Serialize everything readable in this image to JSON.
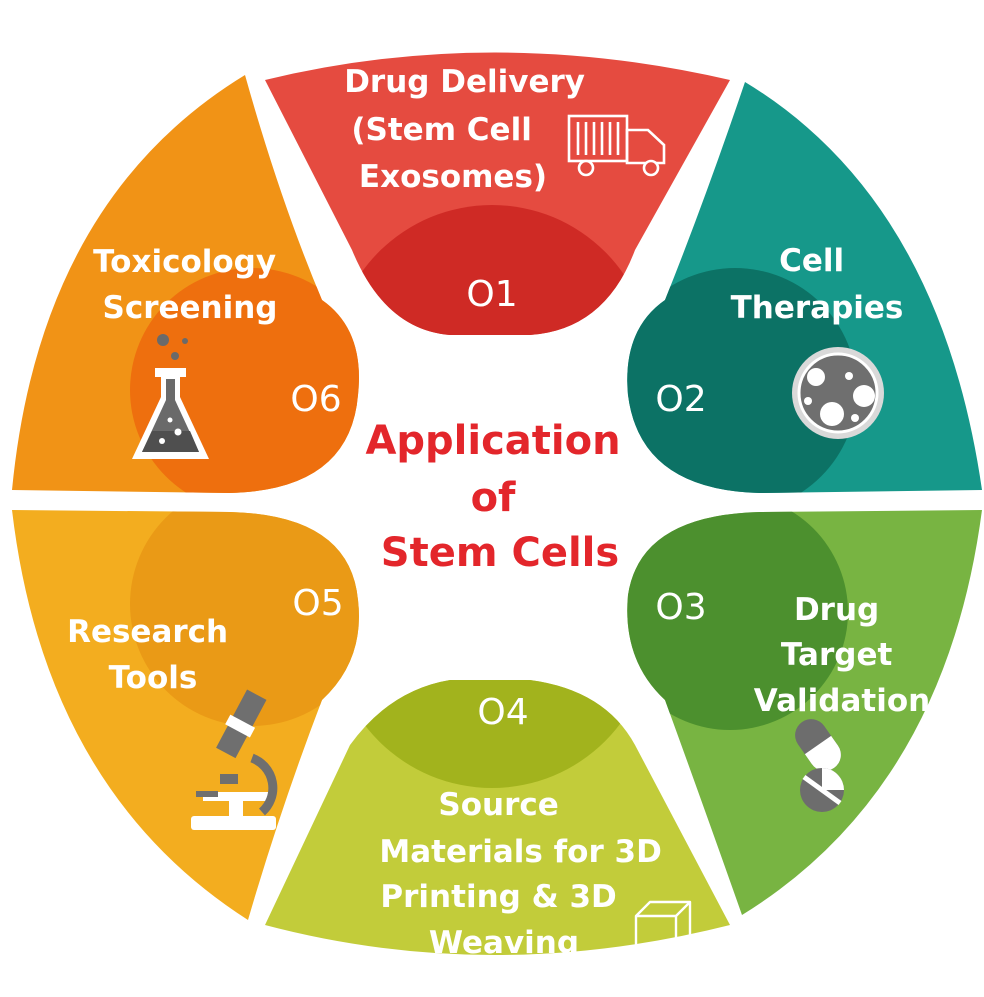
{
  "center": {
    "line1": "Application",
    "line2": "of",
    "line3": "Stem Cells",
    "color": "#e3262b"
  },
  "segments": [
    {
      "number": "O1",
      "lines": [
        "Drug Delivery",
        "(Stem Cell",
        "Exosomes)"
      ],
      "color": "#e54b40",
      "dark": "#cf2a25",
      "icon": "truck-icon"
    },
    {
      "number": "O2",
      "lines": [
        "Cell",
        "Therapies"
      ],
      "color": "#16988a",
      "dark": "#0c7265",
      "icon": "petri-dish-icon"
    },
    {
      "number": "O3",
      "lines": [
        "Drug",
        "Target",
        "Validation"
      ],
      "color": "#78b442",
      "dark": "#4c902e",
      "icon": "pills-icon"
    },
    {
      "number": "O4",
      "lines": [
        "Source",
        "Materials for 3D",
        "Printing & 3D",
        "Weaving"
      ],
      "color": "#c2cc3a",
      "dark": "#a2b31d",
      "icon": "cube-icon"
    },
    {
      "number": "O5",
      "lines": [
        "Research",
        "Tools"
      ],
      "color": "#f3ad1f",
      "dark": "#ea9a16",
      "icon": "microscope-icon"
    },
    {
      "number": "O6",
      "lines": [
        "Toxicology",
        "Screening"
      ],
      "color": "#f19316",
      "dark": "#ee6f0e",
      "icon": "flask-icon"
    }
  ]
}
